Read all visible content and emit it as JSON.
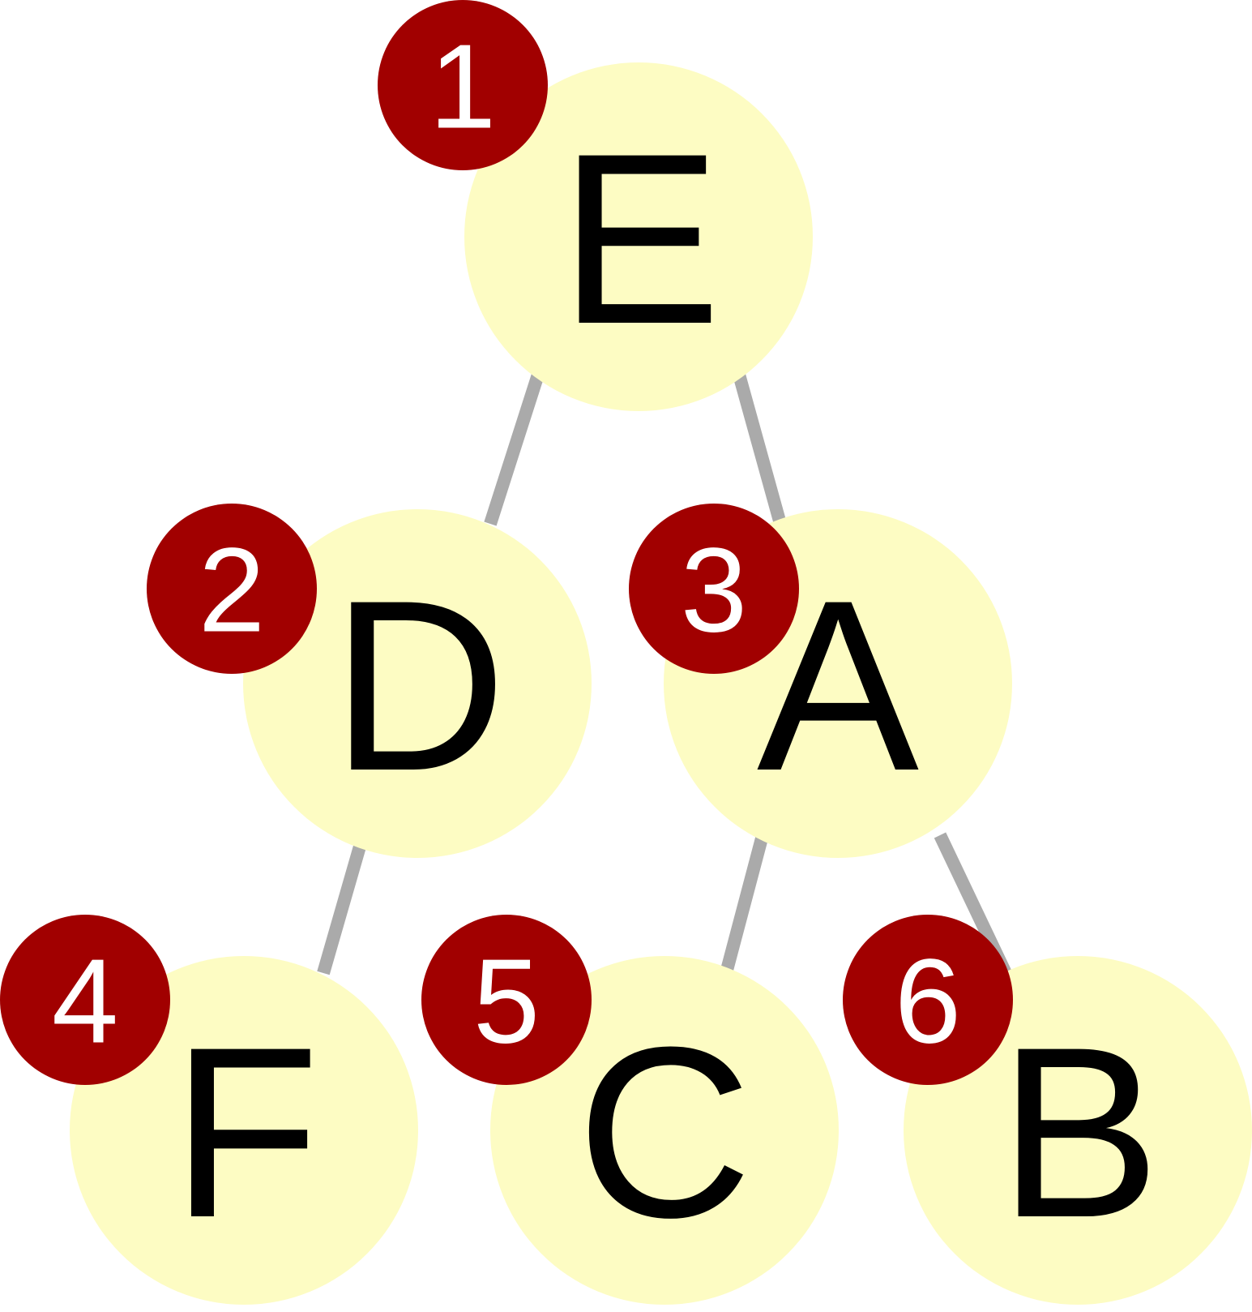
{
  "colors": {
    "node_fill": "#fdfcc3",
    "badge_fill": "#a10000",
    "badge_text": "#ffffff",
    "edge": "#aaaaaa",
    "node_text": "#000000"
  },
  "tree": {
    "nodes": [
      {
        "id": "E",
        "label": "E",
        "order": "1"
      },
      {
        "id": "D",
        "label": "D",
        "order": "2"
      },
      {
        "id": "A",
        "label": "A",
        "order": "3"
      },
      {
        "id": "F",
        "label": "F",
        "order": "4"
      },
      {
        "id": "C",
        "label": "C",
        "order": "5"
      },
      {
        "id": "B",
        "label": "B",
        "order": "6"
      }
    ],
    "edges": [
      {
        "from": "E",
        "to": "D"
      },
      {
        "from": "E",
        "to": "A"
      },
      {
        "from": "D",
        "to": "F"
      },
      {
        "from": "A",
        "to": "C"
      },
      {
        "from": "A",
        "to": "B"
      }
    ]
  }
}
